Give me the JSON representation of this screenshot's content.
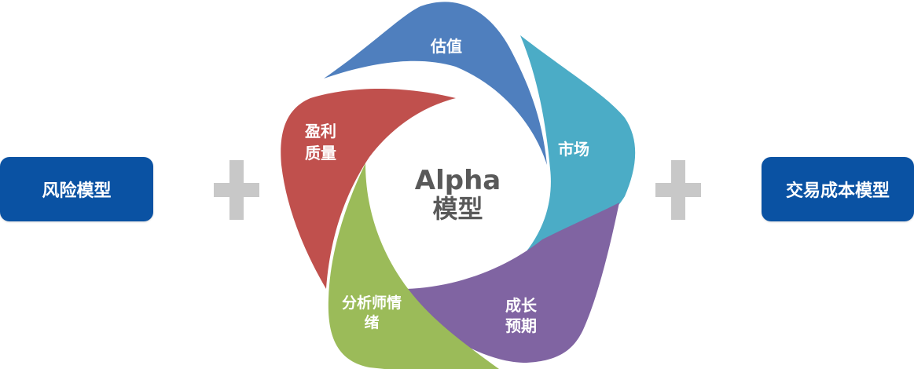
{
  "left_box": {
    "label": "风险模型"
  },
  "right_box": {
    "label": "交易成本模型"
  },
  "center": {
    "line1": "Alpha",
    "line2": "模型"
  },
  "segments": {
    "valuation": {
      "label": "估值",
      "color": "#4f7fbe"
    },
    "market": {
      "label": "市场",
      "color": "#4bacc6"
    },
    "growth": {
      "line1": "成长",
      "line2": "预期",
      "color": "#8064a2"
    },
    "analyst": {
      "line1": "分析师情",
      "line2": "绪",
      "color": "#9bbb59"
    },
    "earnings": {
      "line1": "盈利",
      "line2": "质量",
      "color": "#c0504d"
    }
  },
  "colors": {
    "box": "#0a52a3",
    "plus": "#c8c8c8",
    "center_text": "#595959"
  }
}
